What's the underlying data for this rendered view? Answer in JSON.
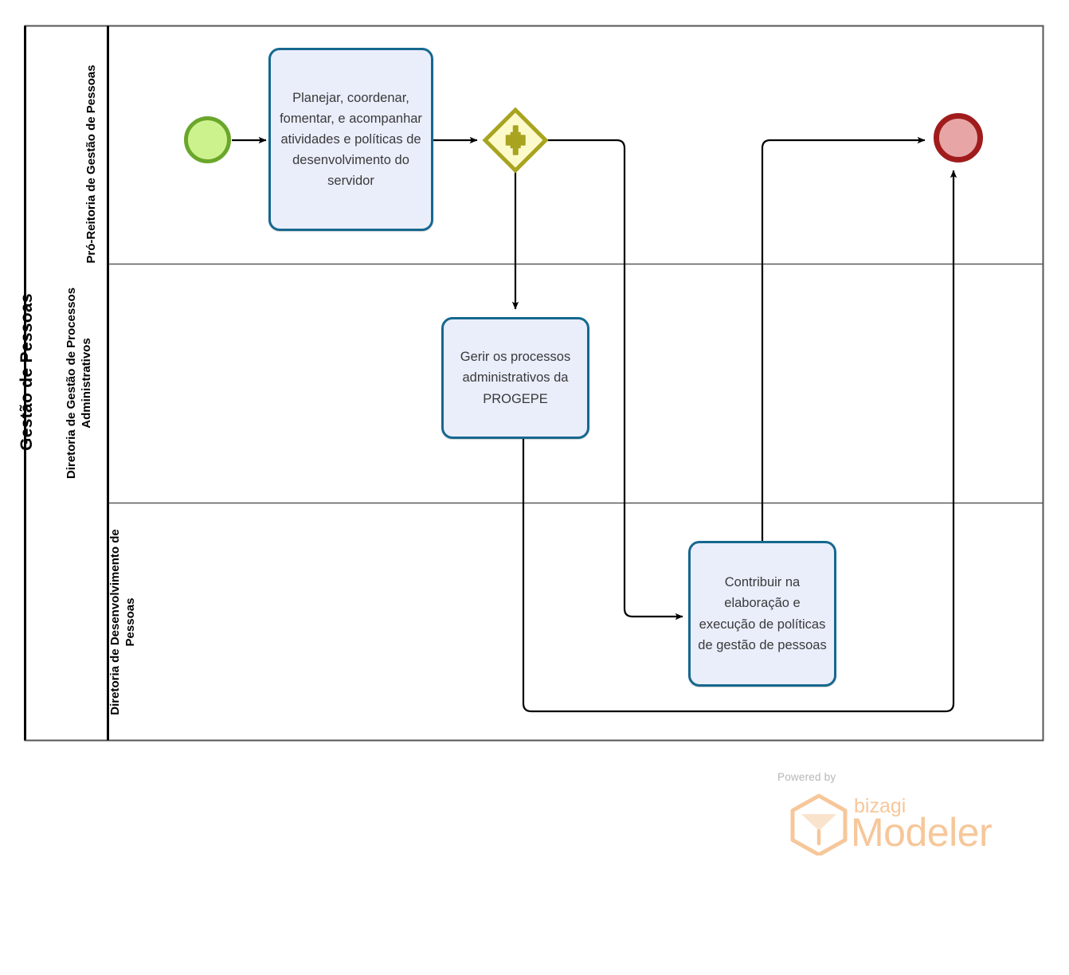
{
  "diagram": {
    "type": "bpmn-collaboration",
    "pool": {
      "label": "Gestão de Pessoas"
    },
    "lanes": [
      {
        "id": "lane-pro-reitoria",
        "label": "Pró-Reitoria de Gestão de Pessoas"
      },
      {
        "id": "lane-diretoria-processos",
        "label": "Diretoria de Gestão de Processos Administrativos"
      },
      {
        "id": "lane-diretoria-desenvolvimento",
        "label": "Diretoria de Desenvolvimento de Pessoas"
      }
    ],
    "events": [
      {
        "id": "start-event",
        "kind": "start",
        "lane": 0,
        "fill": "#ccf28e",
        "stroke": "#6aa62a"
      },
      {
        "id": "end-event",
        "kind": "end",
        "lane": 0,
        "fill": "#e8a5a5",
        "stroke": "#a01c1c"
      }
    ],
    "gateways": [
      {
        "id": "parallel-gateway",
        "kind": "parallel",
        "symbol": "+",
        "lane": 0,
        "fill": "#fcfacb",
        "stroke": "#a8a420"
      }
    ],
    "tasks": [
      {
        "id": "task-planejar",
        "lane": 0,
        "label": "Planejar, coordenar, fomentar, e acompanhar atividades e políticas de desenvolvimento do servidor"
      },
      {
        "id": "task-gerir",
        "lane": 1,
        "label": "Gerir os processos administrativos da PROGEPE"
      },
      {
        "id": "task-contribuir",
        "lane": 2,
        "label": "Contribuir na elaboração e execução de políticas de gestão de pessoas"
      }
    ],
    "flows": [
      {
        "from": "start-event",
        "to": "task-planejar"
      },
      {
        "from": "task-planejar",
        "to": "parallel-gateway"
      },
      {
        "from": "parallel-gateway",
        "to": "task-gerir"
      },
      {
        "from": "parallel-gateway",
        "to": "task-contribuir"
      },
      {
        "from": "task-contribuir",
        "to": "end-event"
      },
      {
        "from": "task-gerir",
        "to": "end-event"
      }
    ],
    "colors": {
      "task_fill": "#eaeefb",
      "task_stroke": "#16688f",
      "gateway_fill": "#fcfacb",
      "gateway_stroke": "#a8a420",
      "start_fill": "#ccf28e",
      "start_stroke": "#6aa62a",
      "end_fill": "#e8a5a5",
      "end_stroke": "#a01c1c",
      "connector": "#000000",
      "pool_border": "#000000",
      "lane_border": "#595959"
    }
  },
  "watermark": {
    "powered_by": "Powered by",
    "brand": "bizagi",
    "product": "Modeler",
    "color": "#f6c79a"
  }
}
